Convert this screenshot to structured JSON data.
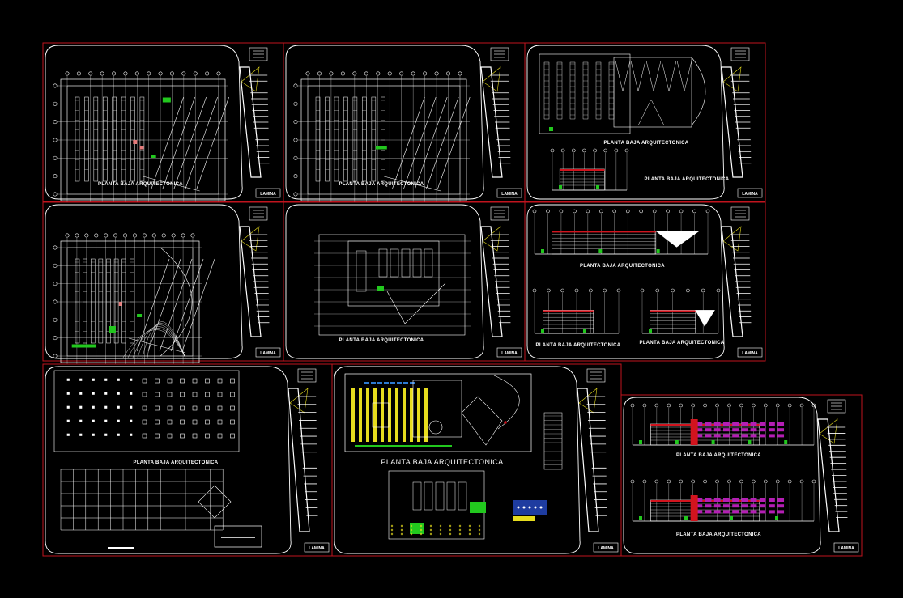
{
  "drawing": {
    "caption": "PLANTA BAJA ARQUITECTONICA",
    "caption_large": "PLANTA BAJA ARQUITECTONICA",
    "sheet_tag": "LAMINA",
    "sheet_tag_short": "LÁMINA",
    "colors": {
      "background": "#000000",
      "sheet_border": "#c0141e",
      "line": "#ffffff",
      "accent_green": "#22c81e",
      "accent_red": "#d2141e",
      "accent_magenta": "#b41eb4",
      "accent_yellow": "#e6dc1e"
    }
  },
  "sheets": [
    {
      "id": "sheet-1",
      "caption": "PLANTA BAJA ARQUITECTONICA",
      "tag": "LAMINA",
      "content": "floor-plan"
    },
    {
      "id": "sheet-2",
      "caption": "PLANTA BAJA ARQUITECTONICA",
      "tag": "LAMINA",
      "content": "floor-plan"
    },
    {
      "id": "sheet-3",
      "caption": "PLANTA BAJA ARQUITECTONICA",
      "caption2": "PLANTA BAJA ARQUITECTONICA",
      "tag": "LAMINA",
      "content": "roof-plan-and-section"
    },
    {
      "id": "sheet-4",
      "caption": "",
      "tag": "LAMINA",
      "content": "floor-plan-curved"
    },
    {
      "id": "sheet-5",
      "caption": "PLANTA BAJA ARQUITECTONICA",
      "tag": "LAMINA",
      "content": "upper-plan"
    },
    {
      "id": "sheet-6",
      "caption": "PLANTA BAJA ARQUITECTONICA",
      "caption2": "PLANTA BAJA ARQUITECTONICA",
      "caption3": "PLANTA BAJA ARQUITECTONICA",
      "tag": "LAMINA",
      "content": "elevations"
    },
    {
      "id": "sheet-7",
      "caption": "PLANTA BAJA ARQUITECTONICA",
      "tag": "LAMINA",
      "content": "foundation-grid"
    },
    {
      "id": "sheet-8",
      "caption": "PLANTA BAJA ARQUITECTONICA",
      "tag": "LAMINA",
      "content": "colored-plan"
    },
    {
      "id": "sheet-9",
      "caption": "PLANTA BAJA ARQUITECTONICA",
      "caption2": "PLANTA BAJA ARQUITECTONICA",
      "tag": "LAMINA",
      "content": "colored-elevations"
    }
  ]
}
